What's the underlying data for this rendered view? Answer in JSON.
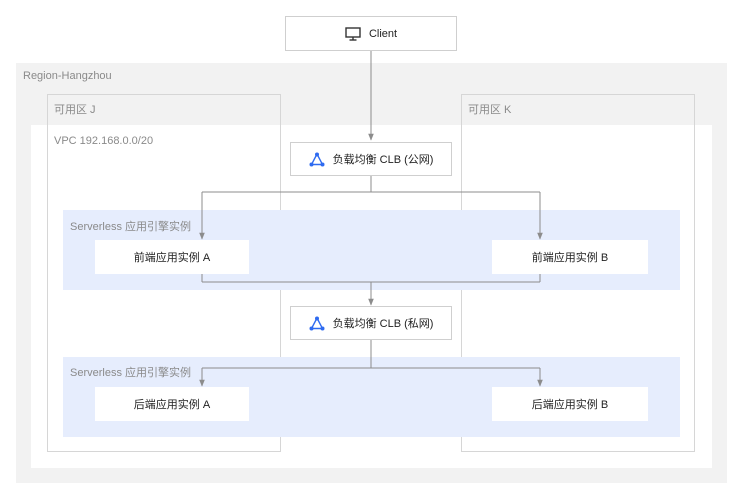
{
  "client": {
    "label": "Client",
    "icon": "desktop-monitor-icon"
  },
  "region": {
    "label": "Region-Hangzhou"
  },
  "zones": {
    "j": "可用区 J",
    "k": "可用区 K"
  },
  "vpc": {
    "label": "VPC 192.168.0.0/20"
  },
  "lb_public": {
    "label": "负载均衡 CLB (公网)",
    "icon": "load-balancer-icon"
  },
  "lb_private": {
    "label": "负载均衡 CLB (私网)",
    "icon": "load-balancer-icon"
  },
  "serverless_group_label": "Serverless 应用引擎实例",
  "frontend": {
    "a": "前端应用实例 A",
    "b": "前端应用实例 B"
  },
  "backend": {
    "a": "后端应用实例 A",
    "b": "后端应用实例 B"
  },
  "colors": {
    "region_bg": "#f2f2f2",
    "serverless_bg": "#e6edfd",
    "connector": "#8c8c8c",
    "lb_icon": "#2f6bf0"
  }
}
